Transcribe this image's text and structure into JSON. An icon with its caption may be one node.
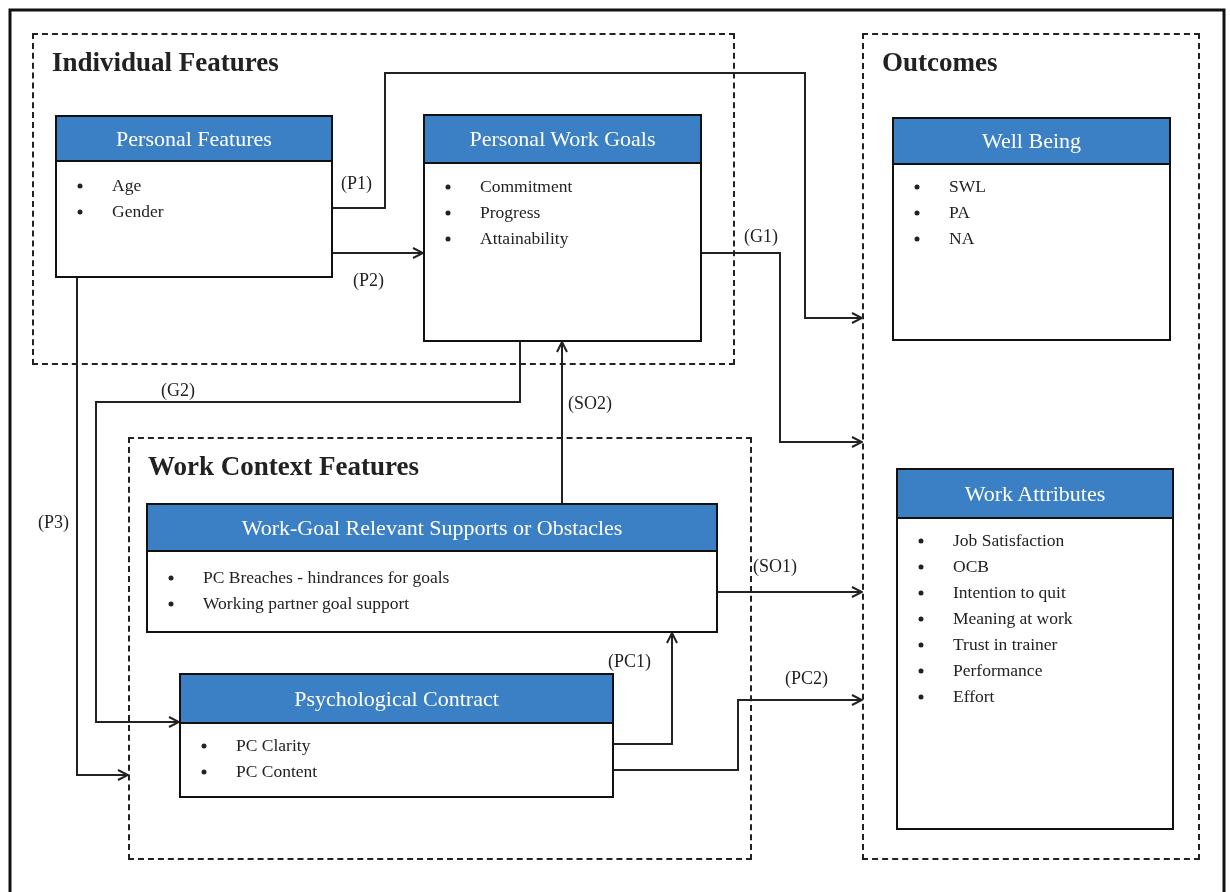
{
  "diagram": {
    "nodes": [
      {
        "text": [
          "Individual Features"
        ]
      },
      {
        "text": [
          "Personal Features",
          "Age",
          "Gender"
        ],
        "in": 0
      },
      {
        "text": [
          "Personal Work Goals",
          "Commitment",
          "Progress",
          "Attainability"
        ],
        "in": 0
      },
      {
        "text": [
          "Work Context Features"
        ]
      },
      {
        "text": [
          "Work-Goal Relevant Supports or Obstacles",
          "PC Breaches - hindrances for goals",
          "Working partner goal support"
        ],
        "in": 3
      },
      {
        "text": [
          "Psychological Contract",
          "PC Clarity",
          "PC Content"
        ],
        "in": 3
      },
      {
        "text": [
          "Outcomes"
        ]
      },
      {
        "text": [
          "Well Being",
          "SWL",
          "PA",
          "NA"
        ],
        "in": 6
      },
      {
        "text": [
          "Work Attributes",
          "Job Satisfaction",
          "OCB",
          "Intention to quit",
          "Meaning at work",
          "Trust in trainer",
          "Performance",
          "Effort"
        ],
        "in": 6
      }
    ],
    "edges": [
      {
        "from": 1,
        "to": 6,
        "arrow": "to",
        "label": "(P1)"
      },
      {
        "from": 1,
        "to": 2,
        "arrow": "to",
        "label": "(P2)"
      },
      {
        "from": 2,
        "to": 6,
        "arrow": "to",
        "label": "(G1)"
      },
      {
        "from": 2,
        "to": 5,
        "arrow": "to",
        "label": "(G2)"
      },
      {
        "from": 4,
        "to": 2,
        "arrow": "to",
        "label": "(SO2)"
      },
      {
        "from": 1,
        "to": 3,
        "arrow": "to",
        "label": "(P3)"
      },
      {
        "from": 4,
        "to": 6,
        "arrow": "to",
        "label": "(SO1)"
      },
      {
        "from": 5,
        "to": 4,
        "arrow": "to",
        "label": "(PC1)"
      },
      {
        "from": 5,
        "to": 6,
        "arrow": "to",
        "label": "(PC2)"
      }
    ]
  }
}
